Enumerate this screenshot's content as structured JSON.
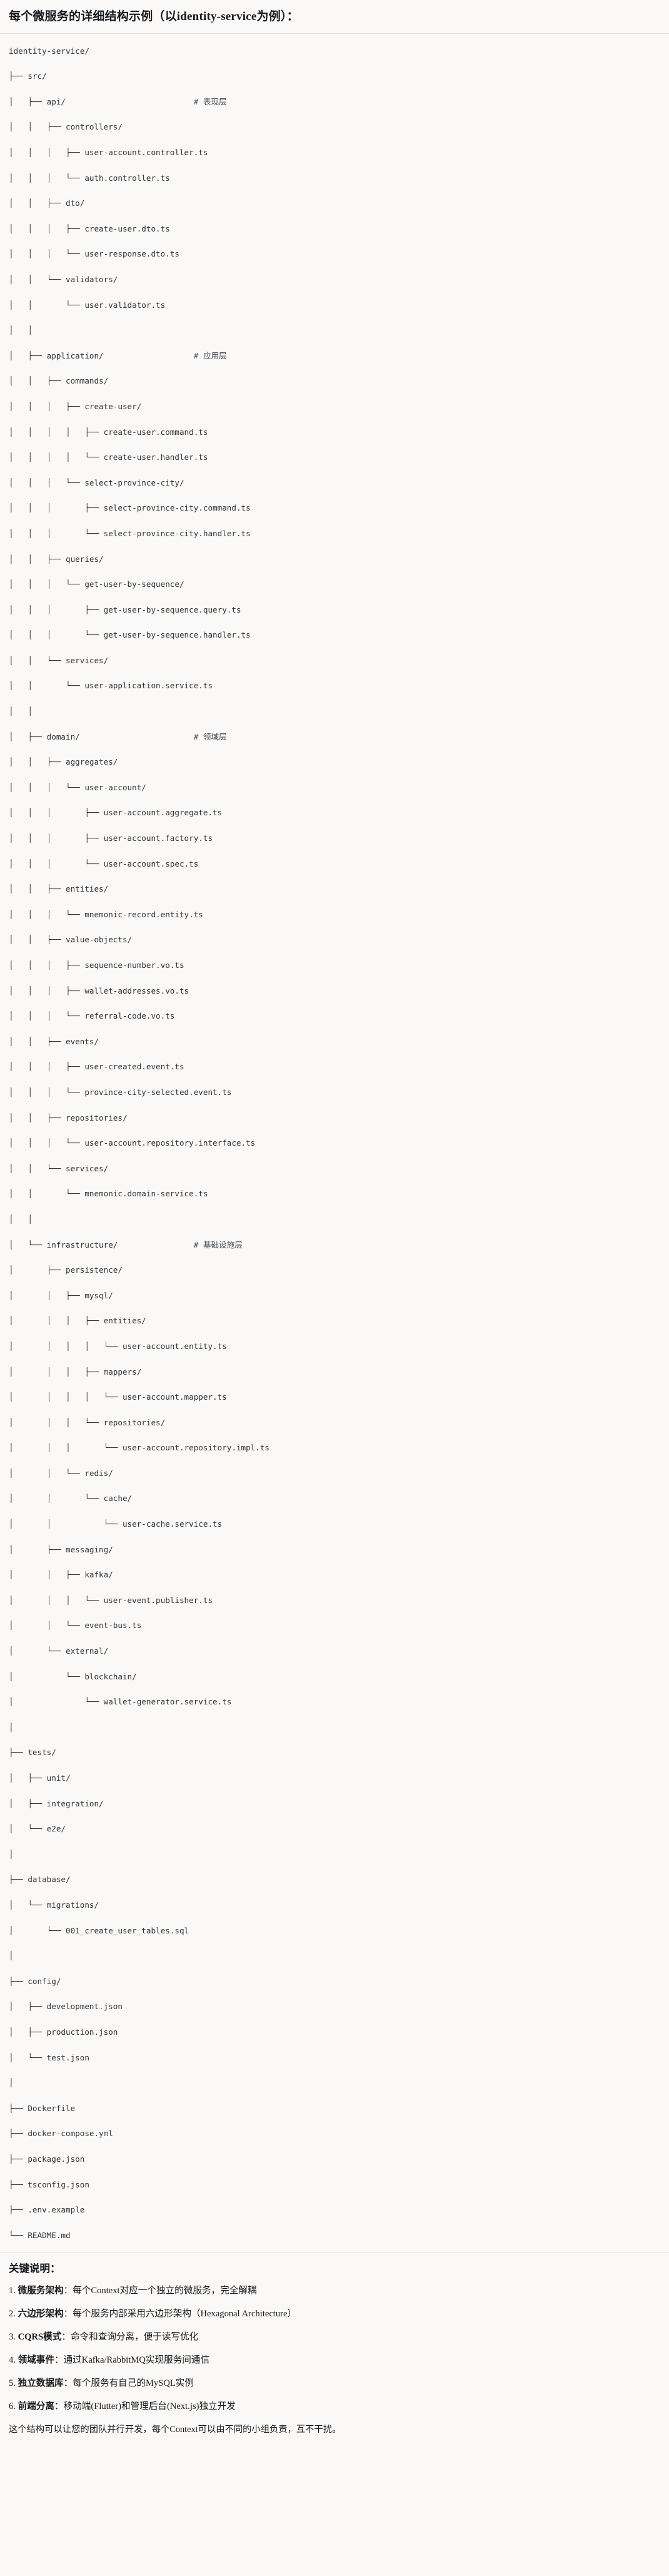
{
  "header": {
    "title": "每个微服务的详细结构示例（以identity-service为例）："
  },
  "tree": {
    "root": "identity-service/",
    "text": "identity-service/\n├── src/\n│   ├── api/                           # 表现层\n│   │   ├── controllers/\n│   │   │   ├── user-account.controller.ts\n│   │   │   └── auth.controller.ts\n│   │   ├── dto/\n│   │   │   ├── create-user.dto.ts\n│   │   │   └── user-response.dto.ts\n│   │   └── validators/\n│   │       └── user.validator.ts\n│   │\n│   ├── application/                   # 应用层\n│   │   ├── commands/\n│   │   │   ├── create-user/\n│   │   │   │   ├── create-user.command.ts\n│   │   │   │   └── create-user.handler.ts\n│   │   │   └── select-province-city/\n│   │   │       ├── select-province-city.command.ts\n│   │   │       └── select-province-city.handler.ts\n│   │   ├── queries/\n│   │   │   └── get-user-by-sequence/\n│   │   │       ├── get-user-by-sequence.query.ts\n│   │   │       └── get-user-by-sequence.handler.ts\n│   │   └── services/\n│   │       └── user-application.service.ts\n│   │\n│   ├── domain/                        # 领域层\n│   │   ├── aggregates/\n│   │   │   └── user-account/\n│   │   │       ├── user-account.aggregate.ts\n│   │   │       ├── user-account.factory.ts\n│   │   │       └── user-account.spec.ts\n│   │   ├── entities/\n│   │   │   └── mnemonic-record.entity.ts\n│   │   ├── value-objects/\n│   │   │   ├── sequence-number.vo.ts\n│   │   │   ├── wallet-addresses.vo.ts\n│   │   │   └── referral-code.vo.ts\n│   │   ├── events/\n│   │   │   ├── user-created.event.ts\n│   │   │   └── province-city-selected.event.ts\n│   │   ├── repositories/\n│   │   │   └── user-account.repository.interface.ts\n│   │   └── services/\n│   │       └── mnemonic.domain-service.ts\n│   │\n│   └── infrastructure/                # 基础设施层\n│       ├── persistence/\n│       │   ├── mysql/\n│       │   │   ├── entities/\n│       │   │   │   └── user-account.entity.ts\n│       │   │   ├── mappers/\n│       │   │   │   └── user-account.mapper.ts\n│       │   │   └── repositories/\n│       │   │       └── user-account.repository.impl.ts\n│       │   └── redis/\n│       │       └── cache/\n│       │           └── user-cache.service.ts\n│       ├── messaging/\n│       │   ├── kafka/\n│       │   │   └── user-event.publisher.ts\n│       │   └── event-bus.ts\n│       └── external/\n│           └── blockchain/\n│               └── wallet-generator.service.ts\n│\n├── tests/\n│   ├── unit/\n│   ├── integration/\n│   └── e2e/\n│\n├── database/\n│   └── migrations/\n│       └── 001_create_user_tables.sql\n│\n├── config/\n│   ├── development.json\n│   ├── production.json\n│   └── test.json\n│\n├── Dockerfile\n├── docker-compose.yml\n├── package.json\n├── tsconfig.json\n├── .env.example\n└── README.md",
    "comments": [
      {
        "layer": "api/",
        "text": "# 表现层"
      },
      {
        "layer": "application/",
        "text": "# 应用层"
      },
      {
        "layer": "domain/",
        "text": "# 领域层"
      },
      {
        "layer": "infrastructure/",
        "text": "# 基础设施层"
      }
    ]
  },
  "notes": {
    "title": "关键说明：",
    "items": [
      {
        "key": "微服务架构",
        "sep": "：",
        "body": "每个Context对应一个独立的微服务，完全解耦"
      },
      {
        "key": "六边形架构",
        "sep": "：",
        "body": "每个服务内部采用六边形架构（Hexagonal Architecture）"
      },
      {
        "key": "CQRS模式",
        "sep": "：",
        "body": "命令和查询分离，便于读写优化"
      },
      {
        "key": "领域事件",
        "sep": "：",
        "body": "通过Kafka/RabbitMQ实现服务间通信"
      },
      {
        "key": "独立数据库",
        "sep": "：",
        "body": "每个服务有自己的MySQL实例"
      },
      {
        "key": "前端分离",
        "sep": "：",
        "body": "移动端(Flutter)和管理后台(Next.js)独立开发"
      }
    ],
    "footer": "这个结构可以让您的团队并行开发，每个Context可以由不同的小组负责，互不干扰。"
  },
  "colors": {
    "background": "#faf9f7",
    "text": "#1f1f1f",
    "tree_text": "#2f3337",
    "rule": "#e6e4e0"
  }
}
